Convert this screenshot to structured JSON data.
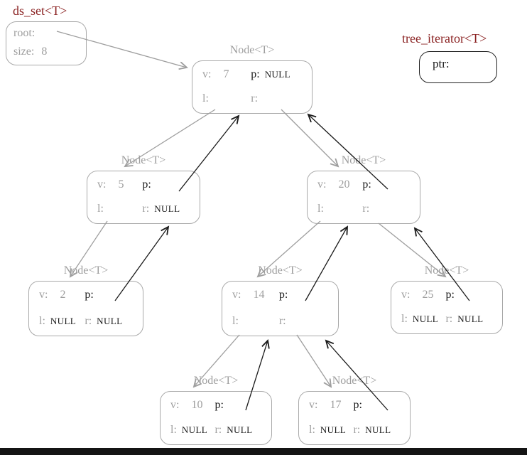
{
  "ds_set": {
    "title": "ds_set<T>",
    "root_label": "root:",
    "size_label": "size:",
    "size_value": "8"
  },
  "iterator": {
    "title": "tree_iterator<T>",
    "ptr_label": "ptr:"
  },
  "node_type_label": "Node<T>",
  "field_labels": {
    "v": "v:",
    "p": "p:",
    "l": "l:",
    "r": "r:"
  },
  "nodes": [
    {
      "v": "7",
      "p": "NULL",
      "l": "",
      "r": ""
    },
    {
      "v": "5",
      "p": "",
      "l": "",
      "r": "NULL"
    },
    {
      "v": "20",
      "p": "",
      "l": "",
      "r": ""
    },
    {
      "v": "2",
      "p": "",
      "l": "NULL",
      "r": "NULL"
    },
    {
      "v": "14",
      "p": "",
      "l": "",
      "r": ""
    },
    {
      "v": "25",
      "p": "",
      "l": "NULL",
      "r": "NULL"
    },
    {
      "v": "10",
      "p": "",
      "l": "NULL",
      "r": "NULL"
    },
    {
      "v": "17",
      "p": "",
      "l": "NULL",
      "r": "NULL"
    }
  ],
  "edges": [
    {
      "from": "ds_set",
      "pointer": "root",
      "to": "7",
      "color": "gray"
    },
    {
      "from": "7",
      "pointer": "l",
      "to": "5",
      "color": "gray"
    },
    {
      "from": "7",
      "pointer": "r",
      "to": "20",
      "color": "gray"
    },
    {
      "from": "5",
      "pointer": "l",
      "to": "2",
      "color": "gray"
    },
    {
      "from": "20",
      "pointer": "l",
      "to": "14",
      "color": "gray"
    },
    {
      "from": "20",
      "pointer": "r",
      "to": "25",
      "color": "gray"
    },
    {
      "from": "14",
      "pointer": "l",
      "to": "10",
      "color": "gray"
    },
    {
      "from": "14",
      "pointer": "r",
      "to": "17",
      "color": "gray"
    },
    {
      "from": "5",
      "pointer": "p",
      "to": "7",
      "color": "black"
    },
    {
      "from": "20",
      "pointer": "p",
      "to": "7",
      "color": "black"
    },
    {
      "from": "2",
      "pointer": "p",
      "to": "5",
      "color": "black"
    },
    {
      "from": "14",
      "pointer": "p",
      "to": "20",
      "color": "black"
    },
    {
      "from": "25",
      "pointer": "p",
      "to": "20",
      "color": "black"
    },
    {
      "from": "10",
      "pointer": "p",
      "to": "14",
      "color": "black"
    },
    {
      "from": "17",
      "pointer": "p",
      "to": "14",
      "color": "black"
    }
  ],
  "colors": {
    "title_red": "#8b2323",
    "field_gray": "#9e9e9e",
    "pointer_black": "#1a1a1a",
    "border_gray": "#a9a9a9",
    "bottom_bar": "#141414"
  }
}
